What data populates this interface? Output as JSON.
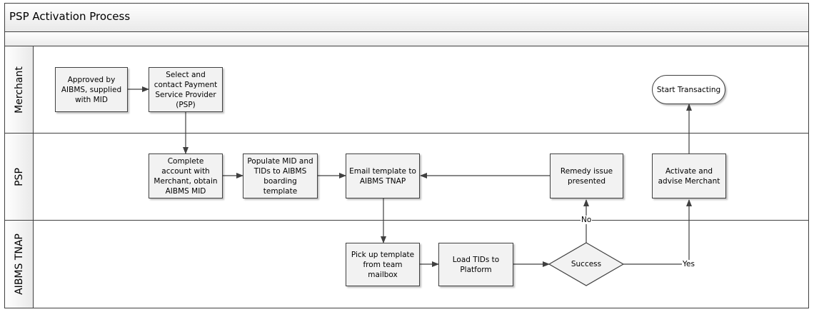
{
  "title": "PSP Activation Process",
  "lanes": {
    "merchant": "Merchant",
    "psp": "PSP",
    "tnap": "AIBMS TNAP"
  },
  "nodes": {
    "approved": "Approved by AIBMS, supplied with MID",
    "select_psp": "Select and contact Payment Service Provider (PSP)",
    "start_transacting": "Start Transacting",
    "complete_account": "Complete account with Merchant, obtain AIBMS MID",
    "populate_mid": "Populate MID and TIDs to AIBMS boarding template",
    "email_template": "Email template to AIBMS TNAP",
    "remedy_issue": "Remedy issue presented",
    "activate_advise": "Activate and advise Merchant",
    "pick_up": "Pick up template from team mailbox",
    "load_tids": "Load TIDs to Platform",
    "success": "Success"
  },
  "edge_labels": {
    "no": "No",
    "yes": "Yes"
  },
  "colors": {
    "box_fill": "#f2f2f2",
    "line": "#404040",
    "header_gradient_end": "#e9e9e9"
  }
}
